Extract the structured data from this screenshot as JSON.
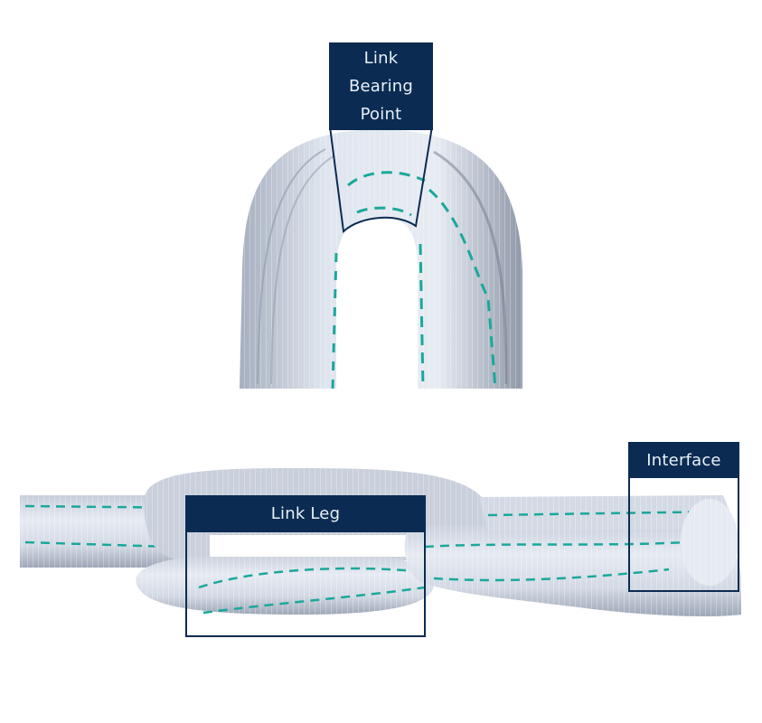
{
  "labels": {
    "bearing_point": "Link\nBearing\nPoint",
    "link_leg": "Link Leg",
    "interface": "Interface"
  },
  "colors": {
    "label_bg": "#0b2b52",
    "label_text": "#e8f1f7",
    "webbing": "#d9dfe8",
    "webbing_shadow": "#9aa3b2",
    "stitching": "#1aa89a"
  },
  "figures": [
    {
      "name": "sling-loop-top",
      "description": "Single round sling bent into a U-shape"
    },
    {
      "name": "sling-chain-bottom",
      "description": "Round slings linked together in a chain"
    }
  ]
}
